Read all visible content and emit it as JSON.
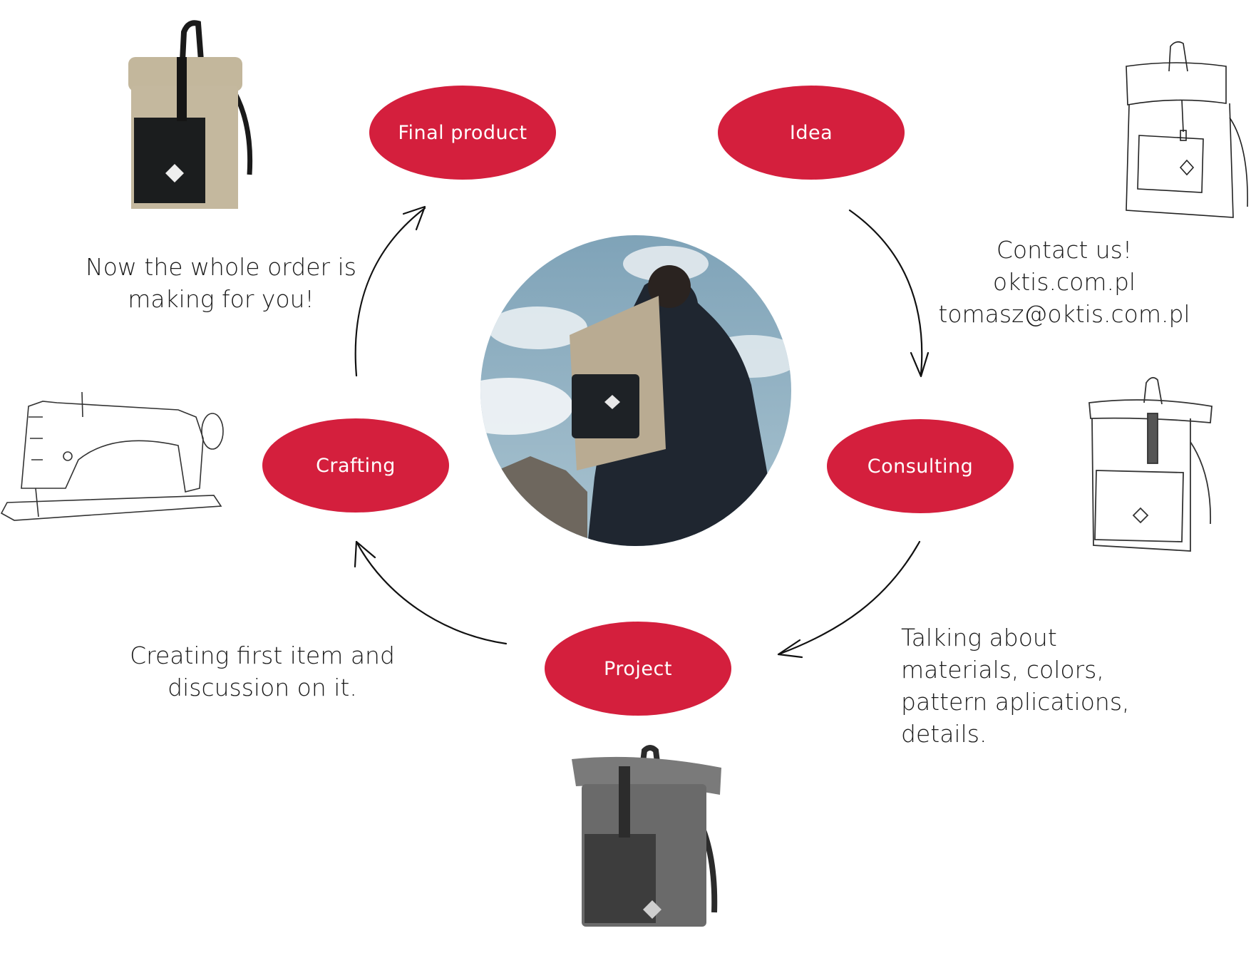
{
  "steps": {
    "final_product": "Final product",
    "idea": "Idea",
    "consulting": "Consulting",
    "project": "Project",
    "crafting": "Crafting"
  },
  "captions": {
    "final_product": [
      "Now the whole order is",
      "making for you!"
    ],
    "idea": [
      "Contact us!",
      "oktis.com.pl",
      "tomasz@oktis.com.pl"
    ],
    "consulting": [
      "Talking about",
      "materials, colors,",
      "pattern aplications,",
      "details."
    ],
    "crafting": [
      "Creating first item and",
      "discussion on it."
    ]
  },
  "icons": {
    "center": "person-with-backpack-photo",
    "final_product": "finished-backpack-image",
    "idea": "backpack-sketch",
    "consulting": "backpack-pencil-drawing",
    "project": "backpack-prototype-image",
    "crafting": "sewing-machine-sketch"
  },
  "colors": {
    "bubble": "#d41f3d",
    "bubble_text": "#ffffff",
    "text": "#1a1a1a",
    "arrow": "#111111"
  }
}
